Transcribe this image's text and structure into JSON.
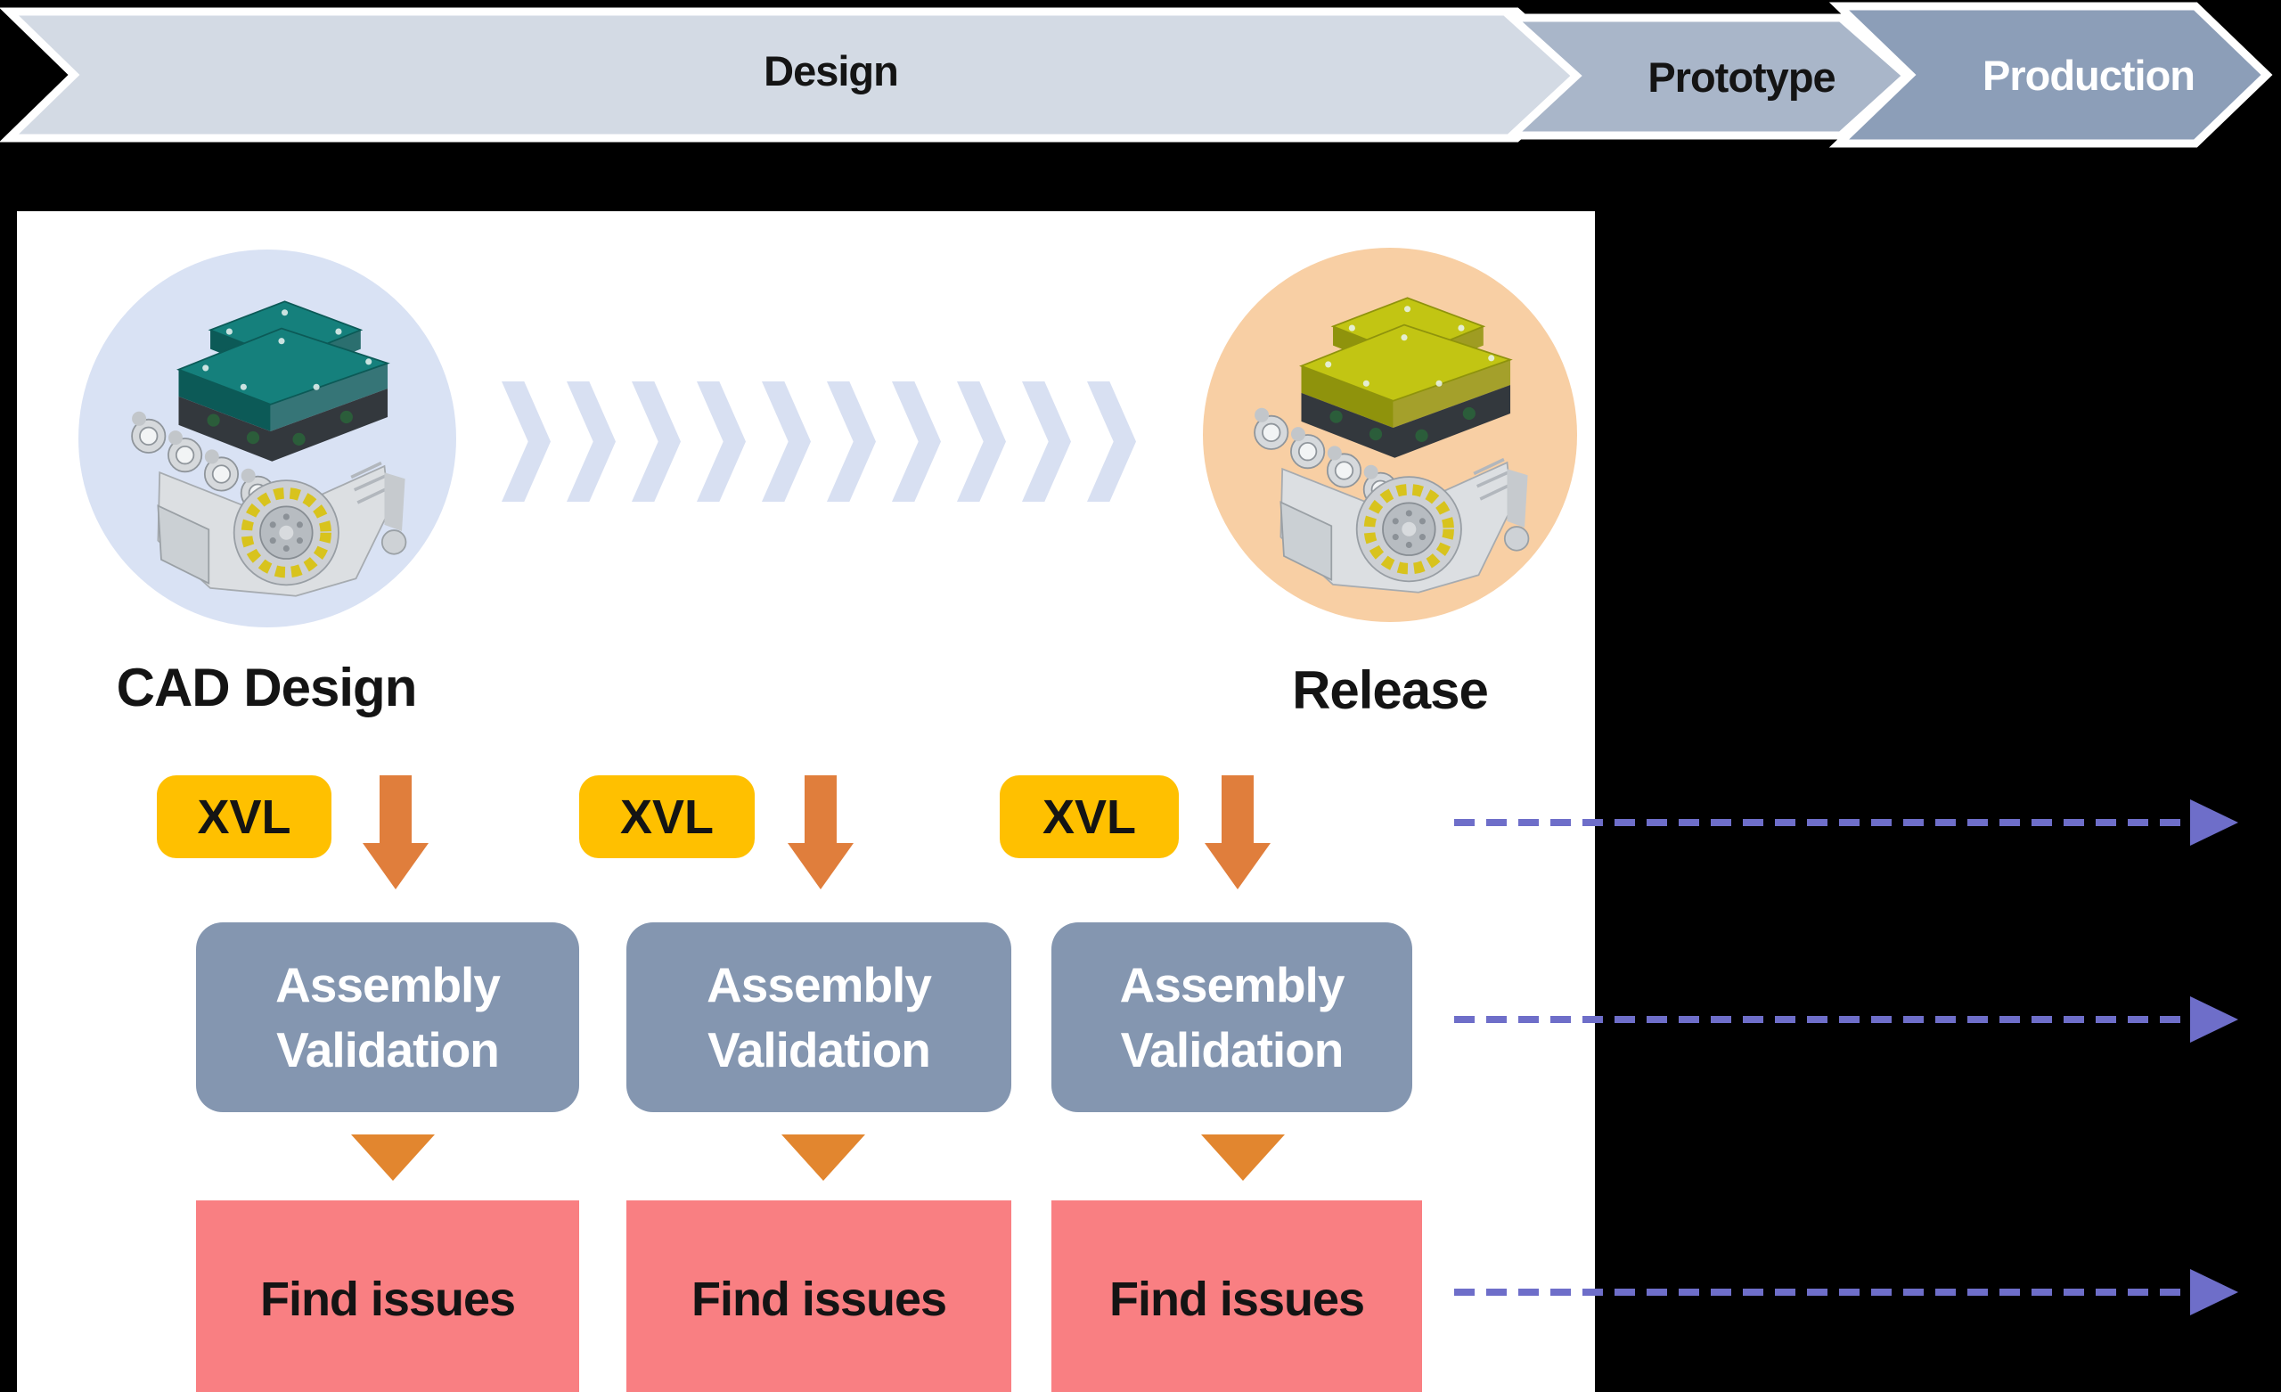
{
  "banner": {
    "stages": [
      {
        "label": "Design"
      },
      {
        "label": "Prototype"
      },
      {
        "label": "Production"
      }
    ]
  },
  "flow": {
    "start_label": "CAD Design",
    "end_label": "Release",
    "columns": [
      {
        "badge": "XVL",
        "box_line1": "Assembly",
        "box_line2": "Validation",
        "result": "Find issues"
      },
      {
        "badge": "XVL",
        "box_line1": "Assembly",
        "box_line2": "Validation",
        "result": "Find issues"
      },
      {
        "badge": "XVL",
        "box_line1": "Assembly",
        "box_line2": "Validation",
        "result": "Find issues"
      }
    ]
  },
  "colors": {
    "background": "#000000",
    "panel": "#ffffff",
    "banner_design_fill": "#d3dae4",
    "banner_prototype_fill": "#a9b6c9",
    "banner_production_fill": "#8c9eb8",
    "banner_outline": "#ffffff",
    "xvl_yellow": "#ffc000",
    "arrow_orange": "#e07e3c",
    "triangle_orange": "#e2862f",
    "assembly_fill": "#8496b0",
    "issues_fill": "#f97f82",
    "dashed_arrow": "#6e6ec9",
    "circle_blue": "#d9e2f4",
    "circle_orange": "#f8cfa4",
    "chevron_band": "#d8e0f2",
    "cad_cover": "#15807c",
    "cad_cover_dark": "#0c5a57",
    "release_cover": "#c2c513",
    "release_cover_dark": "#8f930c"
  }
}
